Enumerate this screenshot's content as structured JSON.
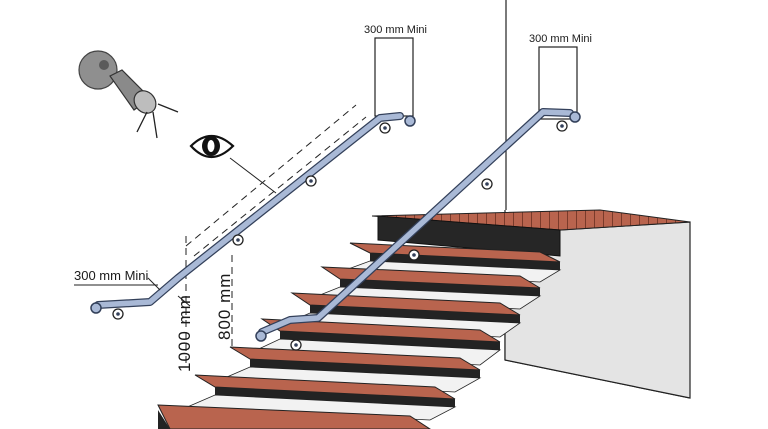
{
  "diagram": {
    "labels": {
      "wall_clearance_top_left": "300 mm Mini",
      "wall_clearance_top_right": "300 mm Mini",
      "wall_clearance_bottom_left": "300 mm Mini",
      "height_outer": "1000 mm",
      "height_inner": "800 mm"
    },
    "icons": {
      "light": "spotlight-icon",
      "eye": "eye-icon"
    },
    "colors": {
      "rail": "#a9b9d6",
      "rail_outline": "#33405a",
      "tread": "#b9644e",
      "nosing": "#232323",
      "riser": "#f2f2f2",
      "line": "#222222"
    }
  }
}
